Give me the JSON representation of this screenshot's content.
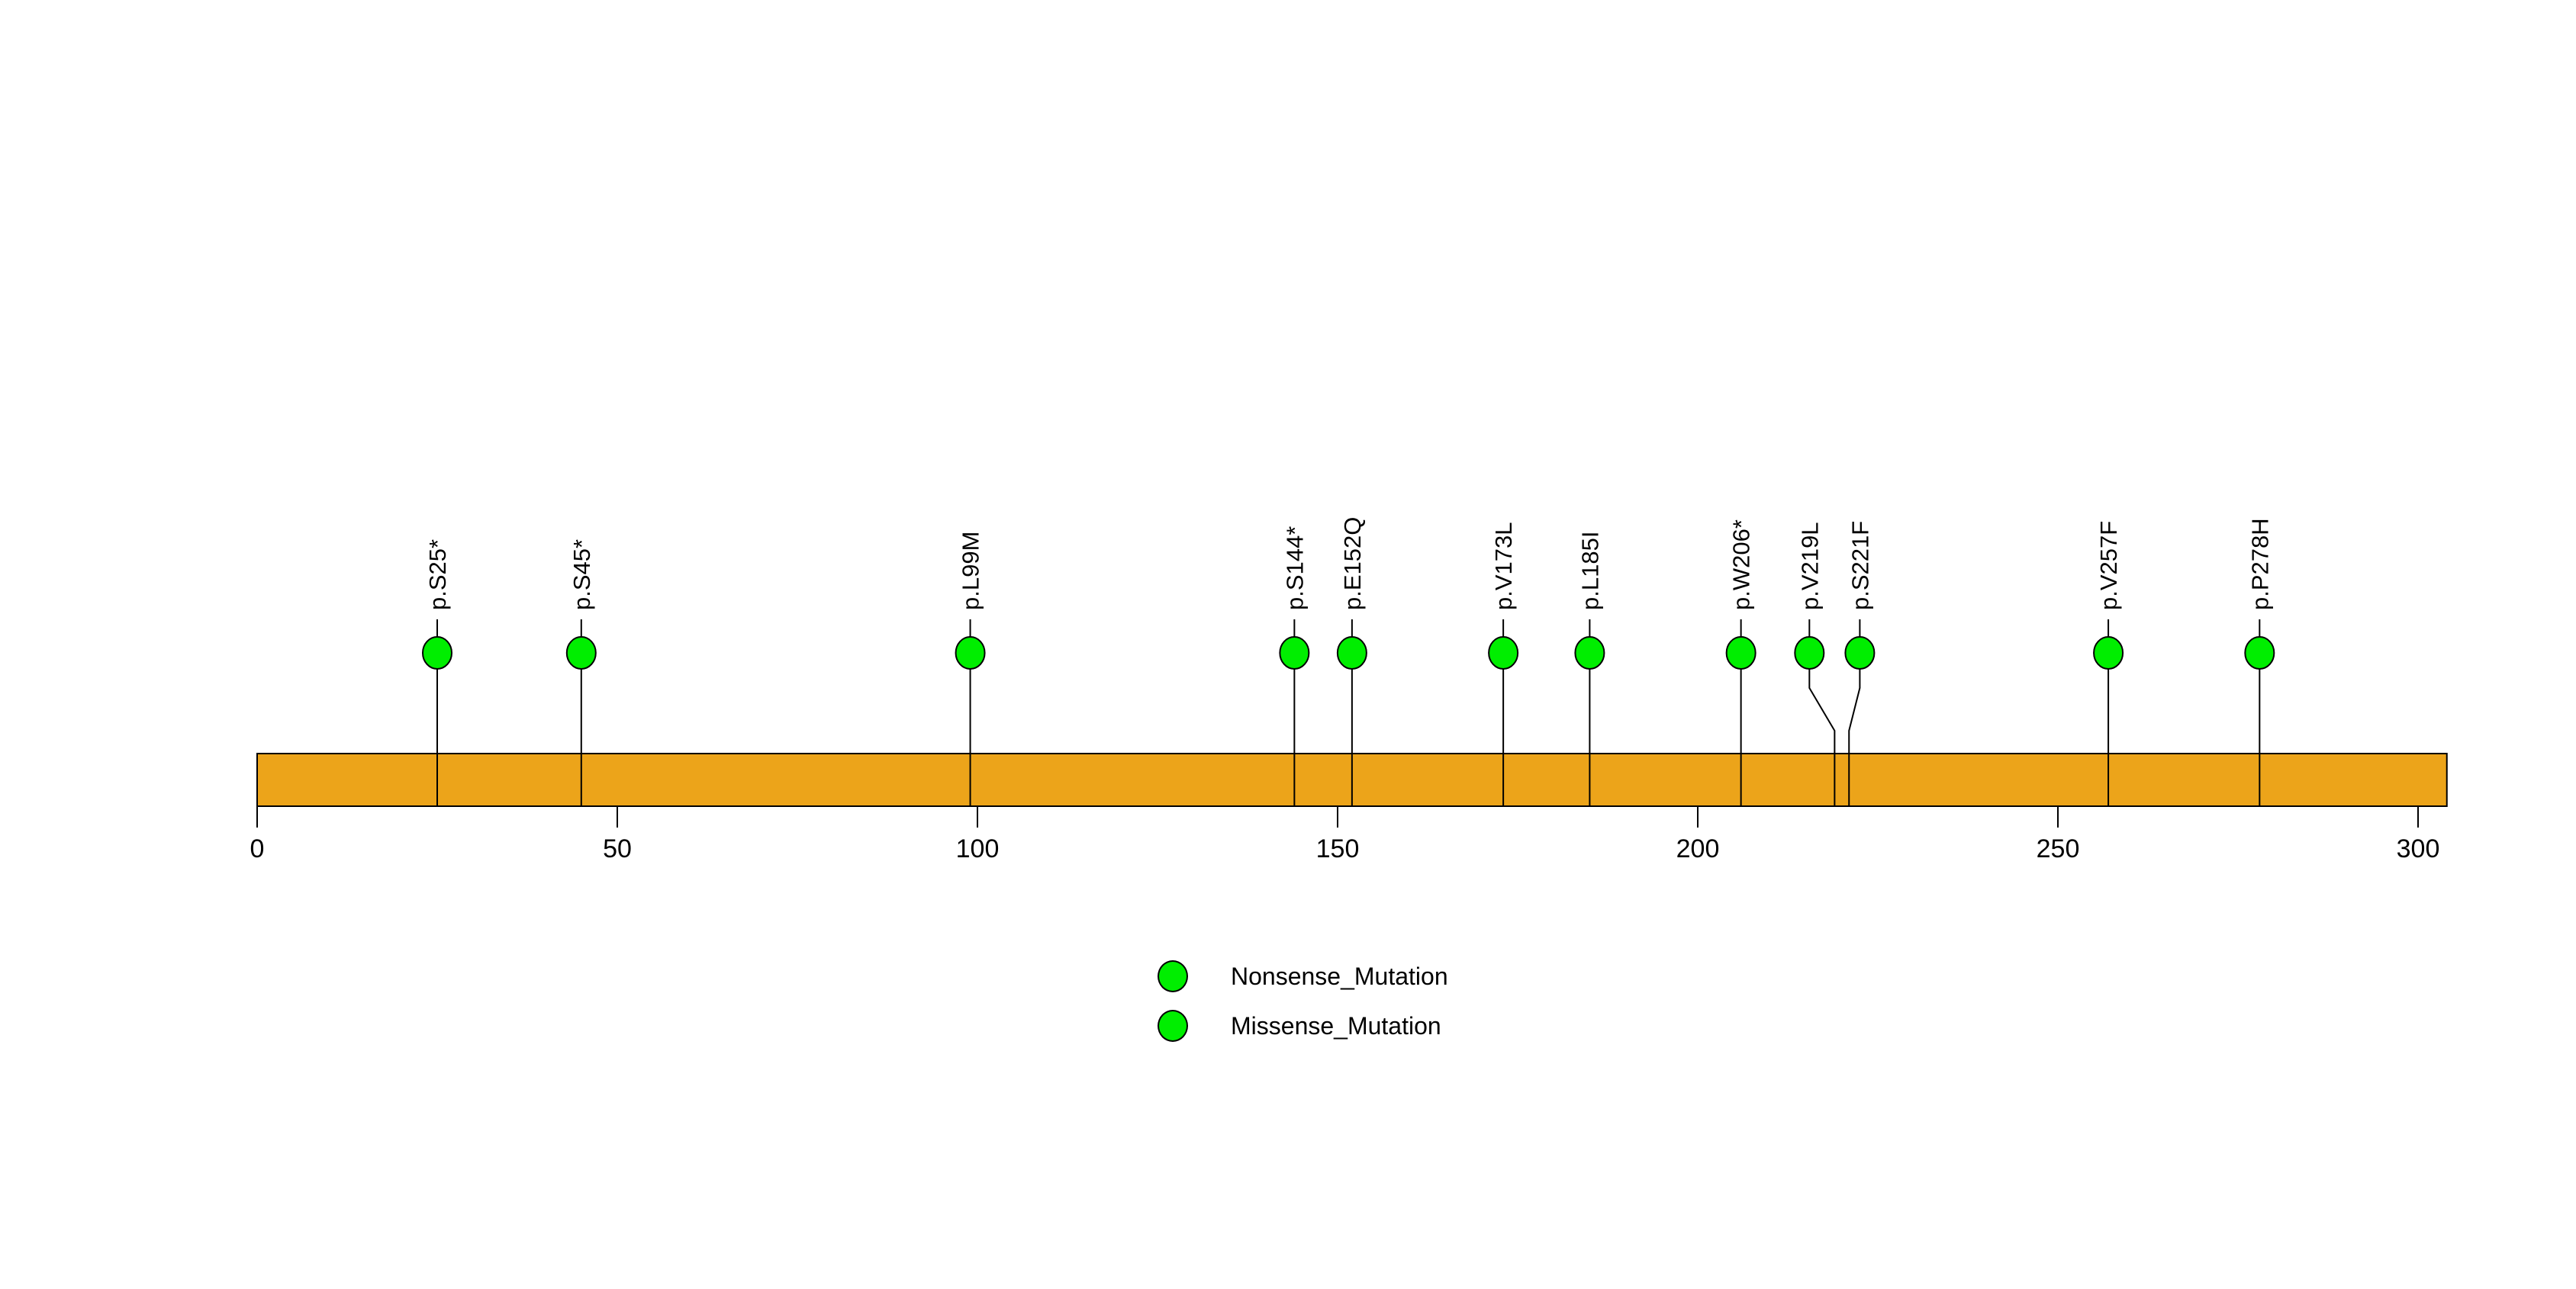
{
  "figure": {
    "background_color": "#FFFFFF"
  },
  "chart_data": {
    "type": "scatter",
    "subtype": "lollipop_mutation_plot",
    "title": "",
    "xlabel": "",
    "ylabel": "",
    "xlim": [
      0,
      304
    ],
    "x_ticks": [
      0,
      50,
      100,
      150,
      200,
      250,
      300
    ],
    "x_tick_labels": [
      "0",
      "50",
      "100",
      "150",
      "200",
      "250",
      "300"
    ],
    "grid": false,
    "legend_position": "bottom-center",
    "protein_bar": {
      "start": 0,
      "end": 304,
      "fill": "#ECA41A",
      "stroke": "#000000"
    },
    "marker_fill": "#00EE00",
    "marker_stroke": "#000000",
    "stem_color": "#000000",
    "mutations": [
      {
        "label": "p.S25*",
        "position": 25,
        "display_position": 25,
        "type": "Nonsense_Mutation"
      },
      {
        "label": "p.S45*",
        "position": 45,
        "display_position": 45,
        "type": "Nonsense_Mutation"
      },
      {
        "label": "p.L99M",
        "position": 99,
        "display_position": 99,
        "type": "Missense_Mutation"
      },
      {
        "label": "p.S144*",
        "position": 144,
        "display_position": 144,
        "type": "Nonsense_Mutation"
      },
      {
        "label": "p.E152Q",
        "position": 152,
        "display_position": 152,
        "type": "Missense_Mutation"
      },
      {
        "label": "p.V173L",
        "position": 173,
        "display_position": 173,
        "type": "Missense_Mutation"
      },
      {
        "label": "p.L185I",
        "position": 185,
        "display_position": 185,
        "type": "Missense_Mutation"
      },
      {
        "label": "p.W206*",
        "position": 206,
        "display_position": 206,
        "type": "Nonsense_Mutation"
      },
      {
        "label": "p.V219L",
        "position": 219,
        "display_position": 215.5,
        "type": "Missense_Mutation"
      },
      {
        "label": "p.S221F",
        "position": 221,
        "display_position": 222.5,
        "type": "Missense_Mutation"
      },
      {
        "label": "p.V257F",
        "position": 257,
        "display_position": 257,
        "type": "Missense_Mutation"
      },
      {
        "label": "p.P278H",
        "position": 278,
        "display_position": 278,
        "type": "Missense_Mutation"
      }
    ]
  },
  "legend": {
    "items": [
      {
        "label": "Nonsense_Mutation",
        "color": "#00EE00"
      },
      {
        "label": "Missense_Mutation",
        "color": "#00EE00"
      }
    ]
  }
}
